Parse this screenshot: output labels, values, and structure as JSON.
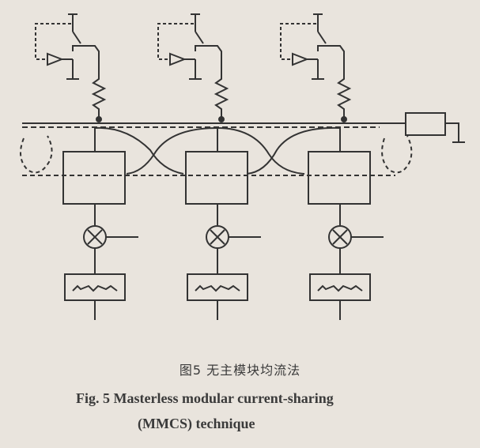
{
  "figure": {
    "caption_cn": "图5 无主模块均流法",
    "caption_en_line1": "Fig. 5   Masterless modular current-sharing",
    "caption_en_line2": "(MMCS) technique"
  },
  "colors": {
    "line": "#333333",
    "background": "#e9e4dd"
  },
  "modules": [
    {
      "id": "module-1"
    },
    {
      "id": "module-2"
    },
    {
      "id": "module-3"
    }
  ]
}
